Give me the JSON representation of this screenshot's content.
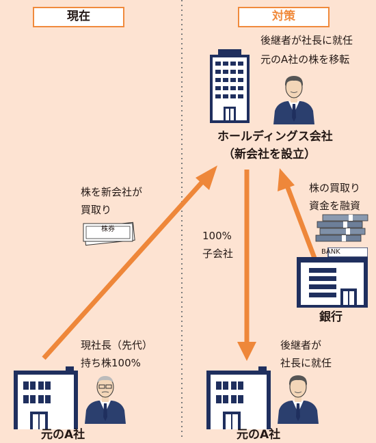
{
  "headers": {
    "current": "現在",
    "measure": "対策"
  },
  "holding": {
    "note_line1": "後継者が社長に就任",
    "note_line2": "元のA社の株を移転",
    "title_line1": "ホールディングス会社",
    "title_line2": "（新会社を設立）"
  },
  "left_arrow_label": {
    "line1": "株を新会社が",
    "line2": "買取り"
  },
  "stock_certificate": "株券",
  "subsidiary_label": {
    "line1": "100%",
    "line2": "子会社"
  },
  "bank": {
    "funding_line1": "株の買取り",
    "funding_line2": "資金を融資",
    "sign": "BANK",
    "name": "銀行"
  },
  "current_president": {
    "line1": "現社長（先代）",
    "line2": "持ち株100%"
  },
  "company_left": "元のA社",
  "successor": {
    "line1": "後継者が",
    "line2": "社長に就任"
  },
  "company_right": "元のA社",
  "colors": {
    "background": "#fde3d2",
    "accent": "#f08a3c",
    "building": "#1f2f5e"
  }
}
